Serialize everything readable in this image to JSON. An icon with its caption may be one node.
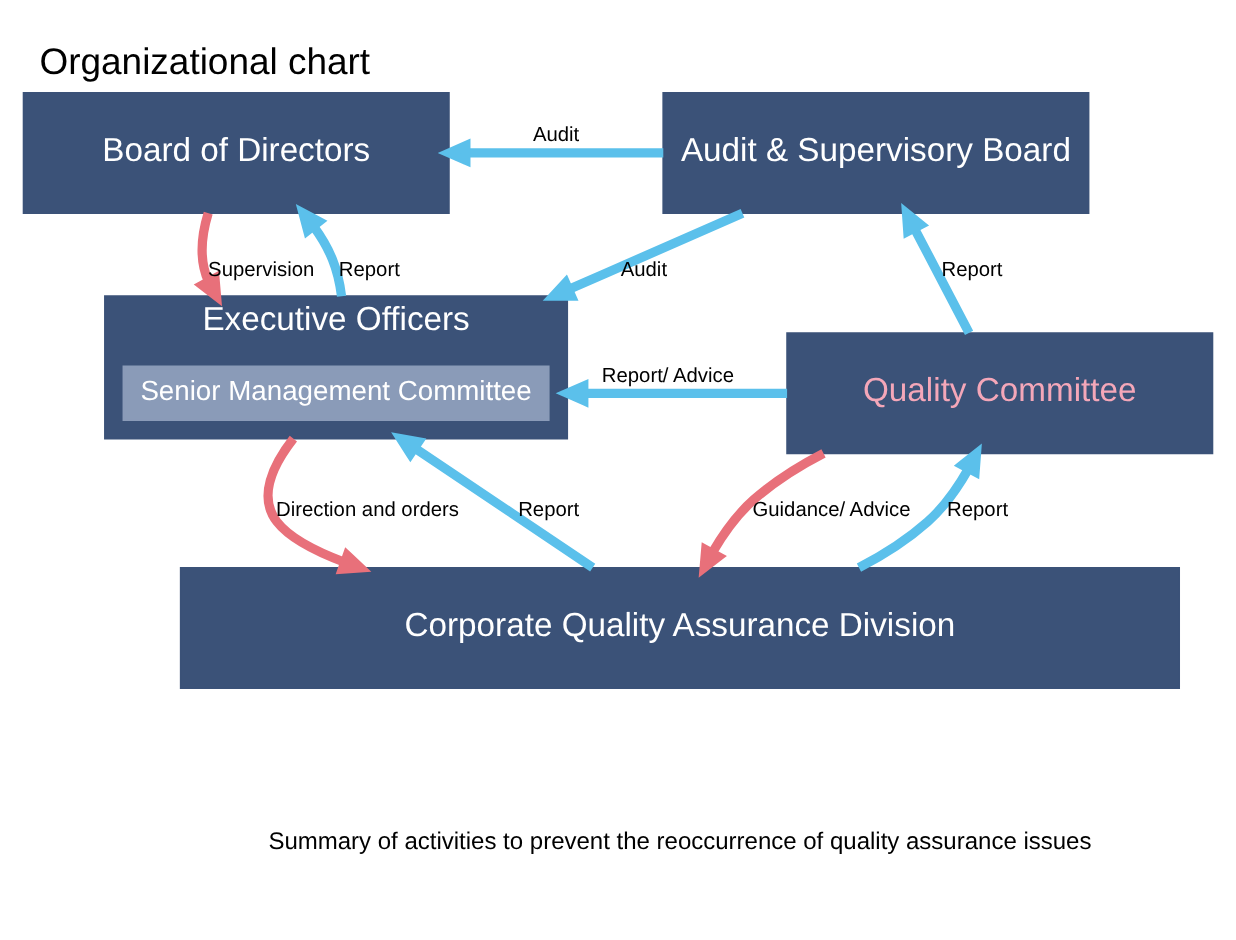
{
  "diagram": {
    "title": "Organizational chart",
    "caption": "Summary of activities to prevent the reoccurrence of quality assurance issues",
    "nodes": [
      {
        "text": [
          "Board of Directors"
        ]
      },
      {
        "text": [
          "Audit & Supervisory Board"
        ]
      },
      {
        "text": [
          "Executive Officers"
        ]
      },
      {
        "text": [
          "Senior Management Committee"
        ],
        "in": 2
      },
      {
        "text": [
          "Quality Committee"
        ]
      },
      {
        "text": [
          "Corporate Quality Assurance Division"
        ]
      }
    ],
    "edges": [
      {
        "from": 1,
        "to": 0,
        "arrow": "to",
        "label": "Audit"
      },
      {
        "from": 0,
        "to": 2,
        "arrow": "to",
        "label": "Supervision",
        "color": "#e8707a"
      },
      {
        "from": 2,
        "to": 0,
        "arrow": "to",
        "label": "Report"
      },
      {
        "from": 1,
        "to": 2,
        "arrow": "to",
        "label": "Audit"
      },
      {
        "from": 4,
        "to": 1,
        "arrow": "to",
        "label": "Report"
      },
      {
        "from": 4,
        "to": 2,
        "arrow": "to",
        "label": "Report/ Advice"
      },
      {
        "from": 2,
        "to": 5,
        "arrow": "to",
        "label": "Direction and orders",
        "color": "#e8707a"
      },
      {
        "from": 5,
        "to": 2,
        "arrow": "to",
        "label": "Report"
      },
      {
        "from": 4,
        "to": 5,
        "arrow": "to",
        "label": "Guidance/ Advice",
        "color": "#e8707a"
      },
      {
        "from": 5,
        "to": 4,
        "arrow": "to",
        "label": "Report"
      }
    ]
  }
}
